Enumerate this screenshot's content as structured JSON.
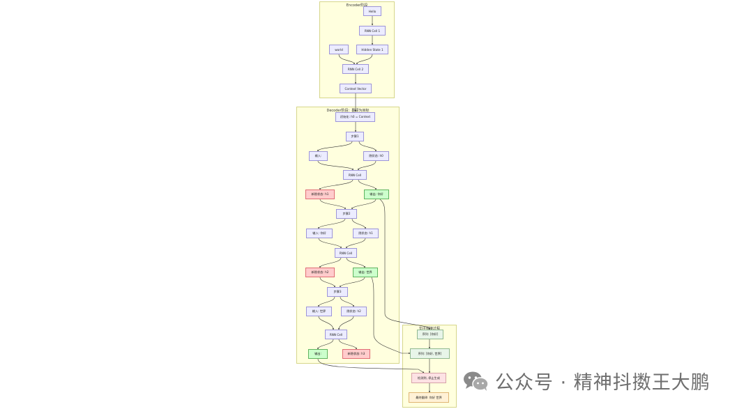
{
  "clusters": {
    "encoder": "Encoder阶段",
    "decoder": "Decoder阶段：翻译为目标",
    "concat": "句子拼接过程"
  },
  "nodes": {
    "hello": "Hello",
    "rnn_cell_1": "RNN Cell 1",
    "world": "world",
    "hidden_state_1": "Hidden State 1",
    "rnn_cell_2": "RNN Cell 2",
    "context_vector": "Context Vector",
    "init": "初始化: h0 = Context",
    "step1": "步骤1",
    "input1": "输入:",
    "hidden1": "隐状态: h0",
    "rnn_a": "RNN Cell",
    "newhidden1": "新隐状态: h1",
    "output1": "输出: 你好",
    "step2": "步骤2",
    "input2": "输入: 你好",
    "hidden2": "隐状态: h1",
    "rnn_b": "RNN Cell",
    "newhidden2": "新隐状态: h2",
    "output2": "输出: 世界",
    "step3": "步骤3",
    "input3": "输入: 世界",
    "hidden3": "隐状态: h2",
    "rnn_c": "RNN Cell",
    "output3": "输出:",
    "newhidden3": "新隐状态: h3",
    "seq1": "序列: [你好]",
    "seq2": "序列: [你好, 世界]",
    "stop": "检测到, 停止生成",
    "final": "最终翻译: 你好 世界"
  },
  "watermark": {
    "text": "公众号 · 精神抖擞王大鹏",
    "icon": "wechat-icon"
  },
  "colors": {
    "node": "#ececff",
    "cluster": "#ffffde",
    "new_hidden": "#ffcccc",
    "output": "#ccffcc"
  }
}
